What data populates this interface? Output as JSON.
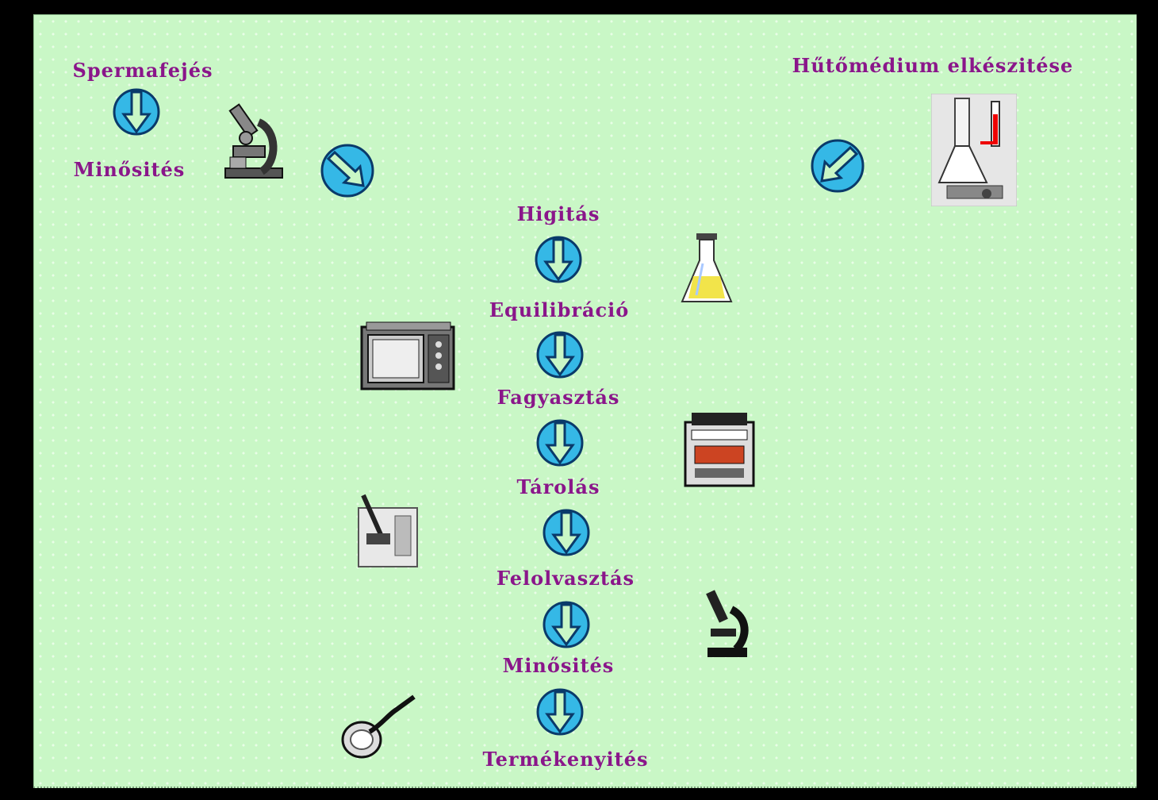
{
  "steps": {
    "collection": "Spermafejés",
    "quality_check_1": "Minősités",
    "medium_prep": "Hűtőmédium elkészitése",
    "dilution": "Higitás",
    "equilibration": "Equilibráció",
    "freezing": "Fagyasztás",
    "storage": "Tárolás",
    "thawing": "Felolvasztás",
    "quality_check_2": "Minősités",
    "insemination": "Termékenyités"
  },
  "colors": {
    "background": "#c9f7c6",
    "label": "#8a168a",
    "arrow": "#35b8e6",
    "arrow_outline": "#0a3a6a"
  },
  "icons": [
    "microscope-icon",
    "flask-icon",
    "oven-icon",
    "cryo-tank-icon",
    "lab-instrument-icon",
    "dark-microscope-icon",
    "petri-dish-icon",
    "medium-prep-apparatus-icon"
  ]
}
